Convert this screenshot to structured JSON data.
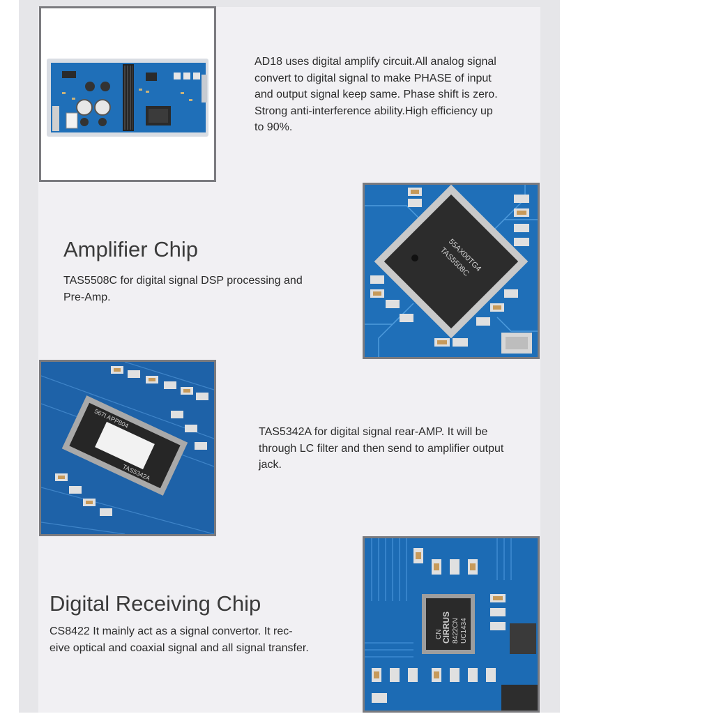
{
  "section1": {
    "body": "AD18 uses digital amplify circuit.All analog signal\nconvert to digital  signal  to make PHASE of input\n and output signal keep same. Phase shift is zero.\nStrong anti-interference ability.High efficiency up\nto 90%."
  },
  "section2": {
    "title": "Amplifier Chip",
    "body": "TAS5508C for digital signal DSP processing and\n Pre-Amp.",
    "chip_marking_1": "55AX00TG4",
    "chip_marking_2": "TAS5508C"
  },
  "section3": {
    "body": "TAS5342A  for  digital  signal  rear-AMP. It will be\nthrough LC filter and then send to amplifier output\njack.",
    "chip_marking_1": "567I  APP804",
    "chip_marking_2": "TAS5342A"
  },
  "section4": {
    "title": "Digital Receiving Chip",
    "body": "CS8422 It mainly act as a signal convertor. It rec-\neive optical and coaxial signal and all signal transfer.",
    "chip_marking_1": "CN",
    "chip_marking_2": "CIRRUS",
    "chip_marking_3": "8422CN",
    "chip_marking_4": "UC1434"
  },
  "colors": {
    "pcb_blue": "#1f6fb8",
    "frame_gray": "#7b7b7f",
    "panel": "#f1f0f3"
  }
}
